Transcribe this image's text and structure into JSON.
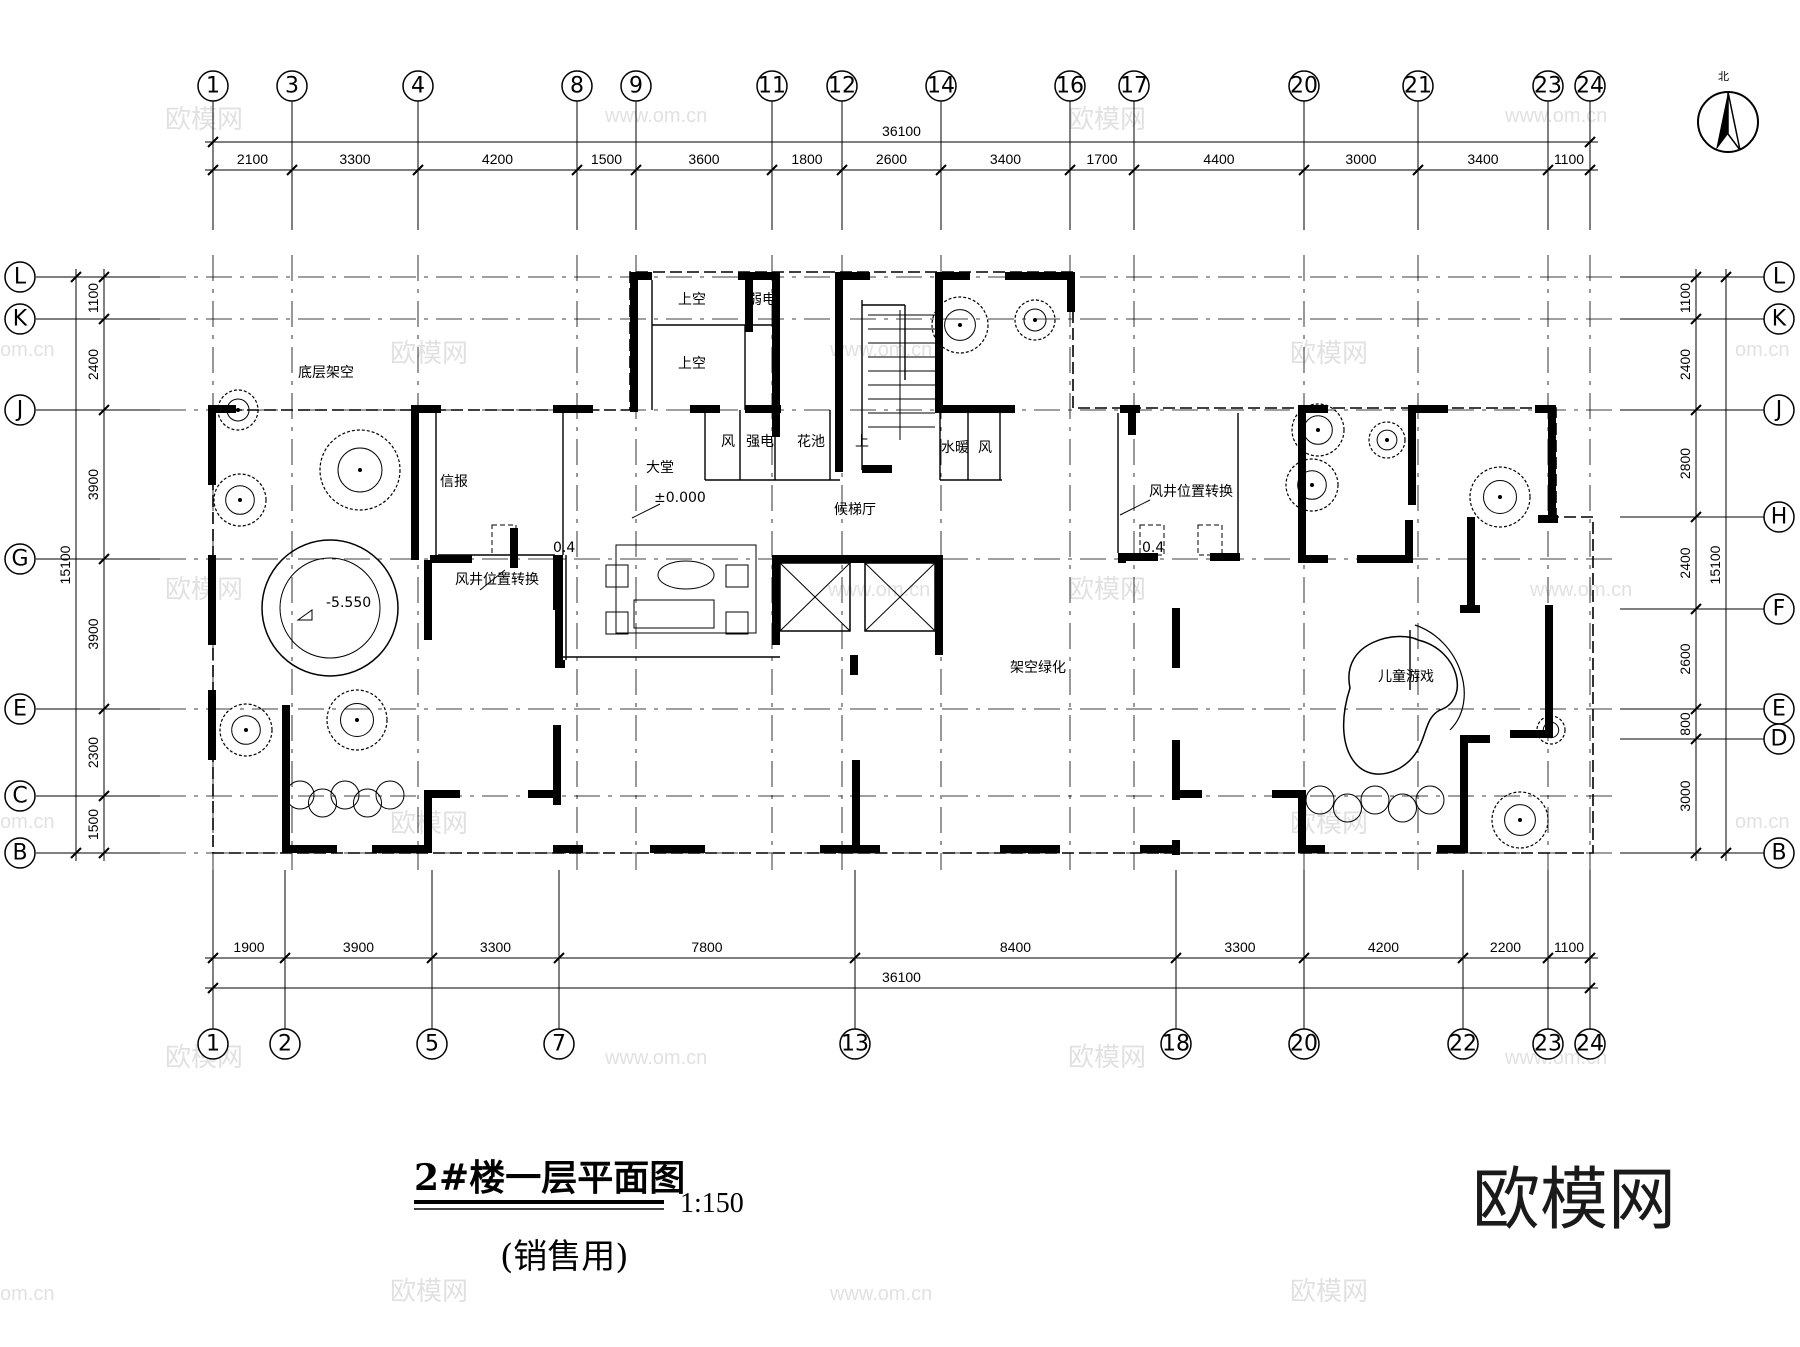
{
  "plan": {
    "title": "2#楼一层平面图",
    "scale": "1:150",
    "subtitle": "(销售用)",
    "brand_watermark": "欧模网",
    "watermark_text": "欧模网",
    "watermark_url": "www.om.cn",
    "watermark_url_short": "om.cn",
    "north_label": "北"
  },
  "axes_top": [
    "1",
    "3",
    "4",
    "8",
    "9",
    "11",
    "12",
    "14",
    "16",
    "17",
    "20",
    "21",
    "23",
    "24"
  ],
  "axes_bottom": [
    "1",
    "2",
    "5",
    "7",
    "13",
    "18",
    "20",
    "22",
    "23",
    "24"
  ],
  "axes_left": [
    "L",
    "K",
    "J",
    "G",
    "E",
    "C",
    "B"
  ],
  "axes_right": [
    "L",
    "K",
    "J",
    "H",
    "F",
    "E",
    "D",
    "B"
  ],
  "dims_top_total": "36100",
  "dims_top": [
    "2100",
    "3300",
    "4200",
    "1500",
    "3600",
    "1800",
    "2600",
    "3400",
    "1700",
    "4400",
    "3000",
    "3400",
    "1100"
  ],
  "dims_bottom": [
    "1900",
    "3900",
    "3300",
    "7800",
    "8400",
    "3300",
    "4200",
    "2200",
    "1100"
  ],
  "dims_bottom_total": "36100",
  "dims_left": [
    "1100",
    "2400",
    "3900",
    "3900",
    "2300",
    "1500"
  ],
  "dims_left_total": "15100",
  "dims_right": [
    "1100",
    "2400",
    "2800",
    "2400",
    "2600",
    "800",
    "3000"
  ],
  "dims_right_total": "15100",
  "rooms": {
    "upper_void_1": "上空",
    "upper_void_2": "上空",
    "weak_elec": "弱电",
    "wind_1": "风",
    "strong_elec": "强电",
    "flower_pool": "花池",
    "up": "上",
    "water_heat": "水暖",
    "wind_2": "风",
    "lobby": "大堂",
    "elevation_zero": "±0.000",
    "elevator_hall": "候梯厅",
    "mailbox": "信报",
    "shaft_transfer_1": "风井位置转换",
    "shaft_transfer_2": "风井位置转换",
    "shaft_value_1": "0.4",
    "shaft_value_2": "0.4",
    "ground_void": "底层架空",
    "sunken_level": "-5.550",
    "overhead_green": "架空绿化",
    "kids_play": "儿童游戏"
  }
}
